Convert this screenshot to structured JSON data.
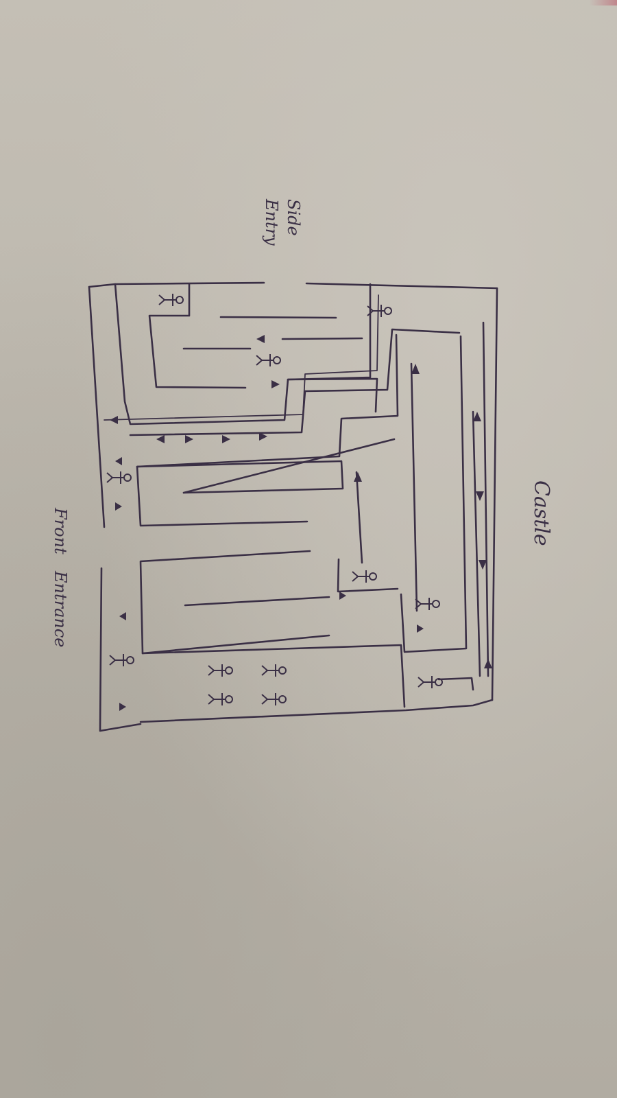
{
  "labels": {
    "castle": "Castle",
    "side_line1": "Side",
    "side_line2": "Entry",
    "front_line1": "Front",
    "front_line2": "Entrance"
  },
  "colors": {
    "paper": "#bdb8ae",
    "ink": "#3a2f45"
  },
  "icons": {
    "person": "stick-figure-icon",
    "direction": "arrow-icon"
  }
}
